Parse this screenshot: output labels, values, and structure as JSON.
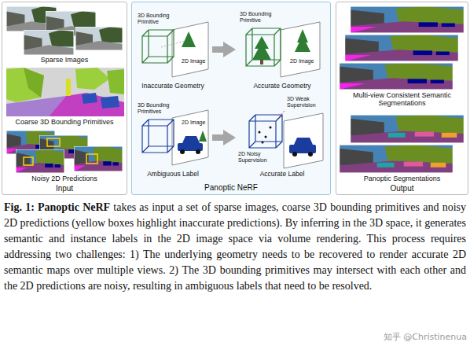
{
  "diagram": {
    "caption": "Fig. 1: Panoptic NeRF takes as input a set of sparse images, coarse 3D bounding primitives and noisy 2D predictions (yellow boxes highlight inaccurate predictions). By inferring in the 3D space, it generates semantic and instance labels in the 2D image space via volume rendering. This process requires addressing two challenges: 1) The underlying geometry needs to be recovered to render accurate 2D semantic maps over multiple views. 2) The 3D bounding primitives may intersect with each other and the 2D predictions are noisy, resulting in ambiguous labels that need to be resolved.",
    "nodes": [
      {
        "text": [
          "Input"
        ]
      },
      {
        "text": [
          "Sparse Images"
        ],
        "in": 0
      },
      {
        "text": [
          "Coarse 3D Bounding Primitives"
        ],
        "in": 0
      },
      {
        "text": [
          "Noisy 2D Predictions"
        ],
        "in": 0
      },
      {
        "text": [
          "Panoptic NeRF"
        ]
      },
      {
        "text": [
          "3D Bounding Primitive",
          "2D Image",
          "Inaccurate Geometry"
        ],
        "in": 4
      },
      {
        "text": [
          "3D Bounding Primitive",
          "2D Image",
          "Accurate Geometry"
        ],
        "in": 4
      },
      {
        "text": [
          "3D Bounding Primitives",
          "2D Image",
          "Ambiguous Label"
        ],
        "in": 4
      },
      {
        "text": [
          "3D Weak Supervision",
          "2D Noisy Supervision",
          "Accurate Label"
        ],
        "in": 4
      },
      {
        "text": [
          "Output"
        ]
      },
      {
        "text": [
          "Multi-view Consistent Semantic Segmentations"
        ],
        "in": 9
      },
      {
        "text": [
          "Panoptic Segmentations"
        ],
        "in": 9
      }
    ],
    "edges": [
      {
        "from": 5,
        "to": 6,
        "arrow": "to"
      },
      {
        "from": 7,
        "to": 8,
        "arrow": "to"
      }
    ],
    "labels": [
      "知乎 @Christinenua"
    ]
  }
}
